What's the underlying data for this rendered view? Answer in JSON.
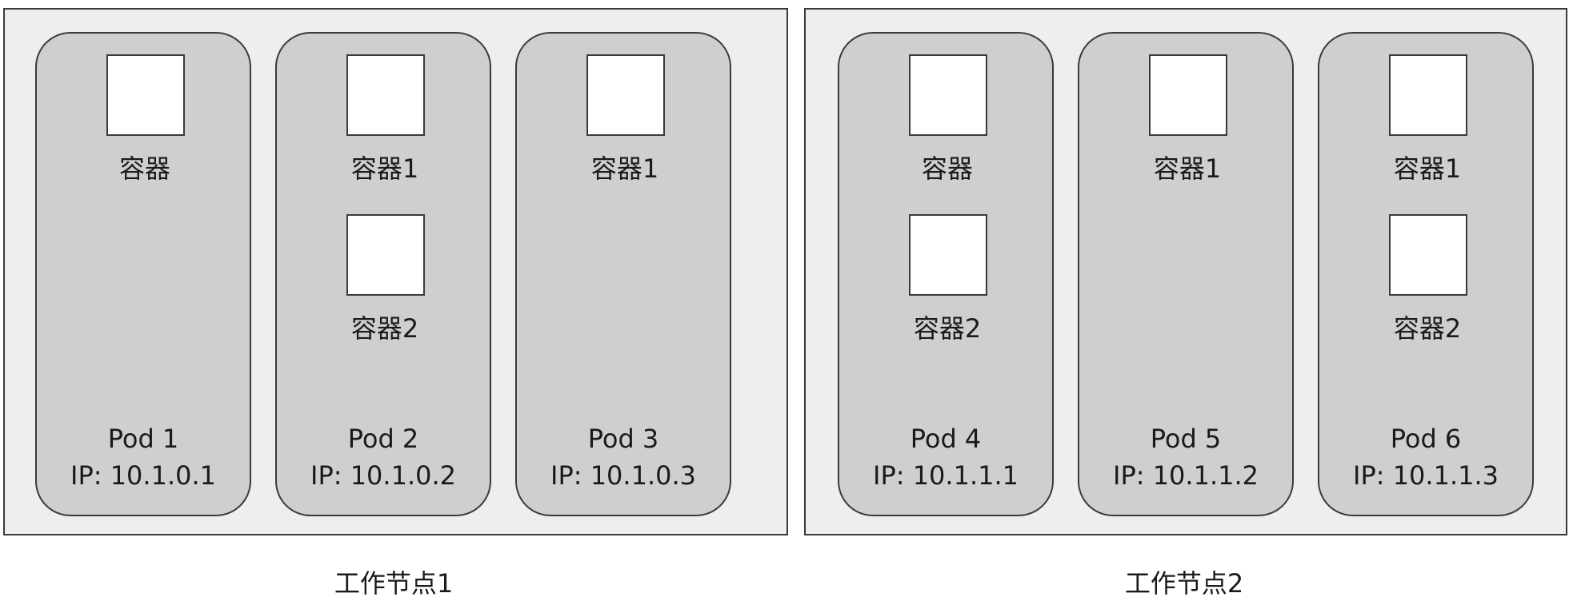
{
  "nodes": [
    {
      "label": "工作节点1",
      "pods": [
        {
          "name": "Pod 1",
          "ip": "IP: 10.1.0.1",
          "containers": [
            "容器"
          ]
        },
        {
          "name": "Pod 2",
          "ip": "IP: 10.1.0.2",
          "containers": [
            "容器1",
            "容器2"
          ]
        },
        {
          "name": "Pod 3",
          "ip": "IP: 10.1.0.3",
          "containers": [
            "容器1"
          ]
        }
      ]
    },
    {
      "label": "工作节点2",
      "pods": [
        {
          "name": "Pod 4",
          "ip": "IP: 10.1.1.1",
          "containers": [
            "容器",
            "容器2"
          ]
        },
        {
          "name": "Pod 5",
          "ip": "IP: 10.1.1.2",
          "containers": [
            "容器1"
          ]
        },
        {
          "name": "Pod 6",
          "ip": "IP: 10.1.1.3",
          "containers": [
            "容器1",
            "容器2"
          ]
        }
      ]
    }
  ]
}
